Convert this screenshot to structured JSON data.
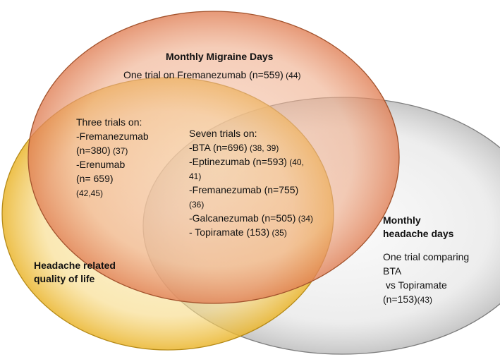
{
  "diagram": {
    "sets": [
      {
        "id": "migraine",
        "label": "Monthly Migraine Days",
        "color": "#e9a07c"
      },
      {
        "id": "hrqol",
        "label_lines": [
          "Headache related",
          "quality of life"
        ],
        "color": "#f3cc5a"
      },
      {
        "id": "headache",
        "label_lines": [
          "Monthly",
          "headache days"
        ],
        "color": "#c9c9c9"
      }
    ],
    "regions": {
      "migraine_only": {
        "lines": [
          {
            "text": "One trial on Fremanezumab (n=559)",
            "ref": " (44)"
          }
        ]
      },
      "migraine_hrqol": {
        "lines": [
          {
            "text": "Three trials on:",
            "ref": ""
          },
          {
            "text": "-Fremanezumab",
            "ref": ""
          },
          {
            "text": "(n=380)",
            "ref": " (37)"
          },
          {
            "text": "-Erenumab",
            "ref": ""
          },
          {
            "text": "(n= 659)",
            "ref": ""
          },
          {
            "text": "",
            "ref": " (42,45)"
          }
        ]
      },
      "all_three": {
        "lines": [
          {
            "text": "Seven trials on:",
            "ref": ""
          },
          {
            "text": "-BTA (n=696)",
            "ref": " (38, 39)"
          },
          {
            "text": "-Eptinezumab (n=593)",
            "ref": " (40,"
          },
          {
            "text": "",
            "ref": "41)"
          },
          {
            "text": "-Fremanezumab (n=755)",
            "ref": ""
          },
          {
            "text": "",
            "ref": "(36)"
          },
          {
            "text": "-Galcanezumab (n=505)",
            "ref": " (34)"
          },
          {
            "text": "- Topiramate (153)",
            "ref": " (35)"
          }
        ]
      },
      "headache_only": {
        "lines": [
          {
            "text": "One trial comparing",
            "ref": ""
          },
          {
            "text": "BTA",
            "ref": ""
          },
          {
            "text": " vs Topiramate",
            "ref": ""
          },
          {
            "text": "(n=153)",
            "ref": "(43)"
          }
        ]
      }
    }
  }
}
